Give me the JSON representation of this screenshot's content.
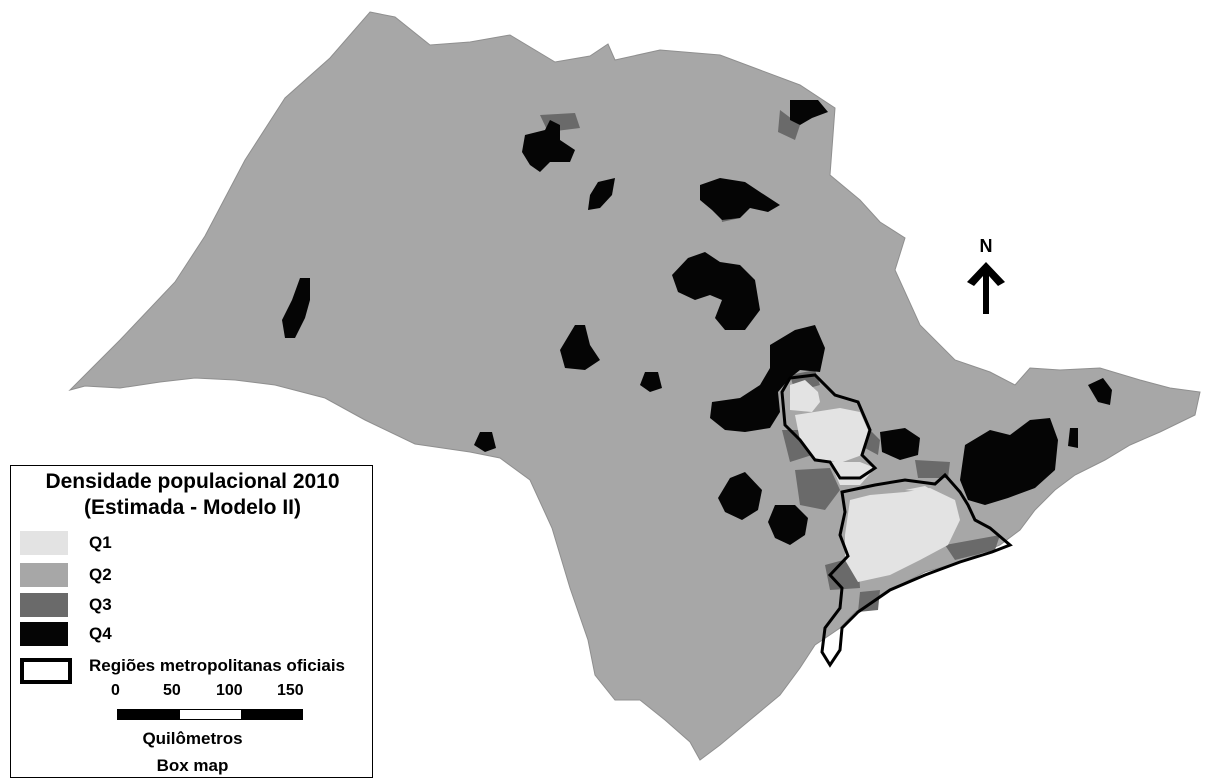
{
  "colors": {
    "background": "#ffffff",
    "base": "#a7a7a7",
    "q1": "#e3e3e3",
    "q2": "#a7a7a7",
    "q3": "#6a6a6a",
    "q4": "#050505",
    "outline": "#000000"
  },
  "legend": {
    "title_line1": "Densidade populacional 2010",
    "title_line2": "(Estimada - Modelo II)",
    "classes": [
      {
        "label": "Q1",
        "color": "#e3e3e3"
      },
      {
        "label": "Q2",
        "color": "#a7a7a7"
      },
      {
        "label": "Q3",
        "color": "#6a6a6a"
      },
      {
        "label": "Q4",
        "color": "#050505"
      }
    ],
    "metro_label": "Regiões metropolitanas oficiais"
  },
  "scale": {
    "ticks": [
      "0",
      "50",
      "100",
      "150"
    ],
    "units": "Quilômetros"
  },
  "map_type": "Box map",
  "north_label": "N"
}
